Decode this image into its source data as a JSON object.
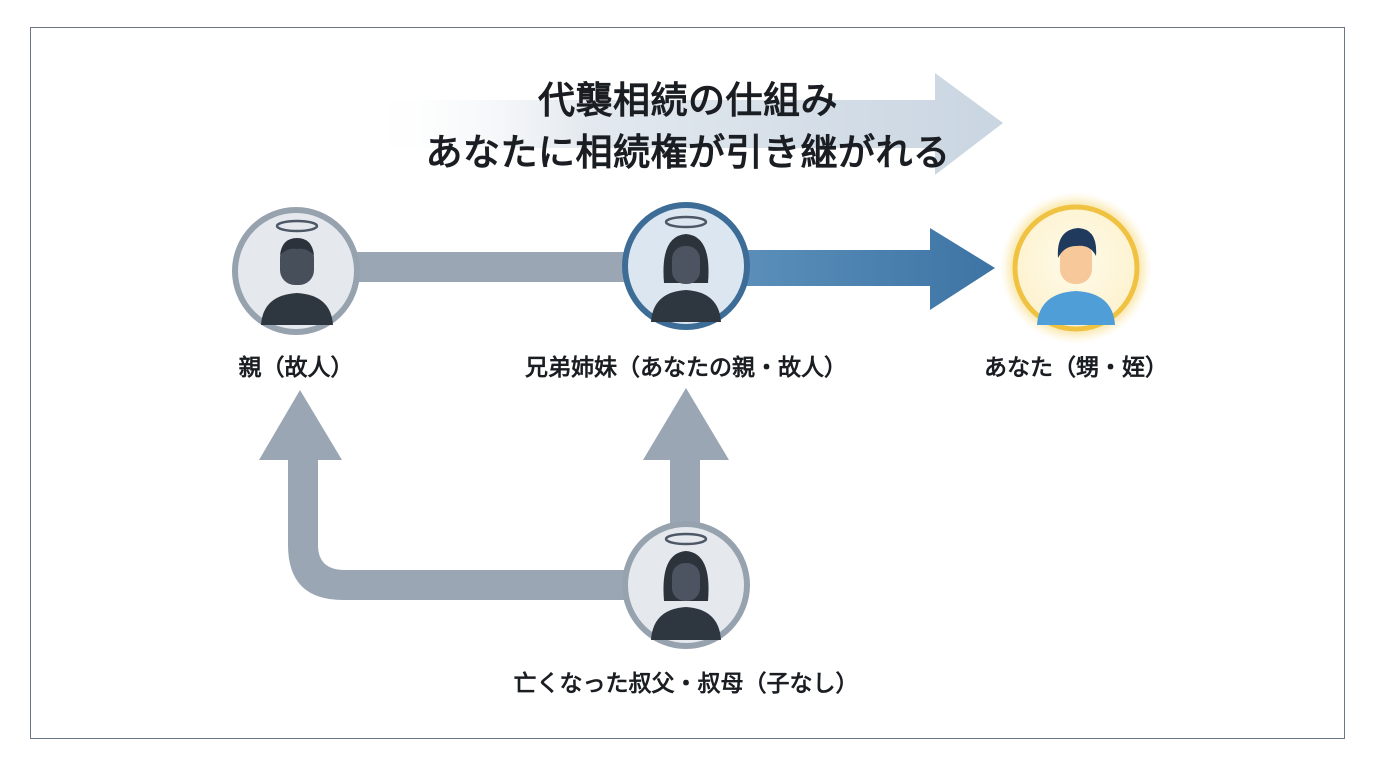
{
  "title": {
    "line1": "代襲相続の仕組み",
    "line2": "あなたに相続権が引き継がれる"
  },
  "nodes": {
    "parent": {
      "label": "親（故人）",
      "icon": "male-angel-avatar-icon"
    },
    "sibling": {
      "label": "兄弟姉妹（あなたの親・故人）",
      "icon": "female-angel-avatar-icon"
    },
    "you": {
      "label": "あなた（甥・姪）",
      "icon": "male-avatar-icon"
    },
    "uncle_aunt": {
      "label": "亡くなった叔父・叔母（子なし）",
      "icon": "female-angel-avatar-icon"
    }
  },
  "colors": {
    "gray_arrow": "#9aa6b4",
    "blue_arrow": "#3f78a8",
    "blue_ring": "#3d6c97",
    "gold_glow": "#f3c54a",
    "you_shirt": "#4f9ed8",
    "title_arrow": "#d6dee7"
  }
}
